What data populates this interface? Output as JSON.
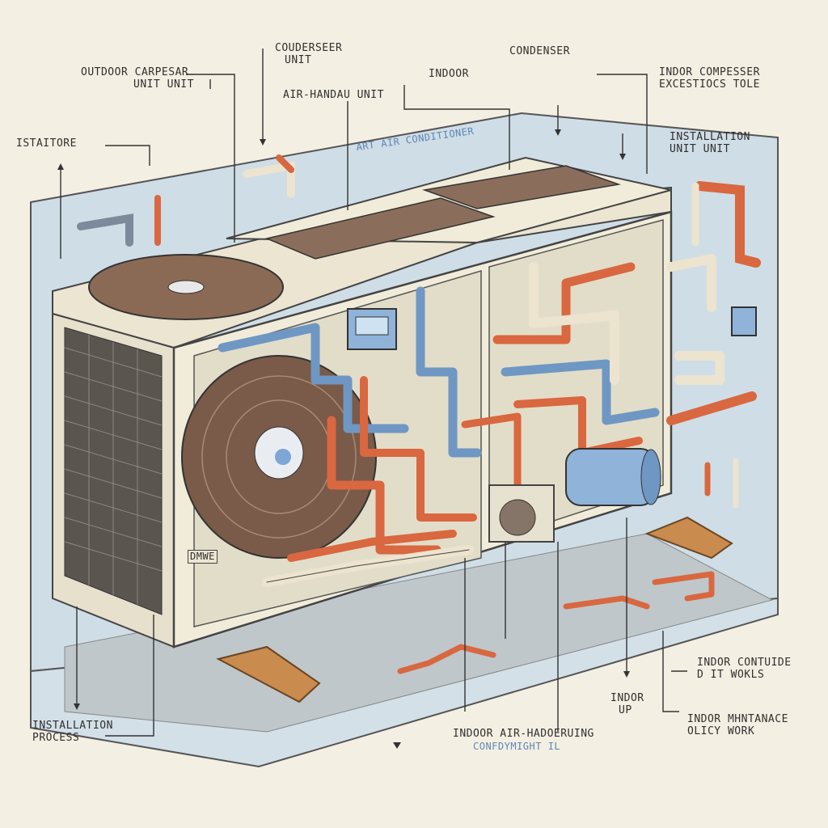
{
  "labels": {
    "outdoor_compressor_1": "OUTDOOR CARPESAR",
    "outdoor_compressor_2": "UNIT UNIT",
    "condenser_unit_1": "COUDERSEER",
    "condenser_unit_2": "UNIT",
    "air_handler": "AIR-HANDAU UNIT",
    "indoor_top": "INDOOR",
    "condenser_top": "CONDENSER",
    "indoor_compresser_1": "INDOR COMPESSER",
    "indoor_compresser_2": "EXCESTIOCS TOLE",
    "istaitore": "ISTAITORE",
    "installation_unit_1": "INSTALLATION",
    "installation_unit_2": "UNIT UNIT",
    "unit_title": "ART AIR CONDITIONER",
    "badge": "DMWE",
    "installation_process_1": "INSTALLATION",
    "installation_process_2": "PROCESS",
    "indoor_air_handling": "INDOOR AIR-HADOERUING",
    "conf_sub": "CONFDYMIGHT IL",
    "indor_up_1": "INDOR",
    "indor_up_2": "UP",
    "indor_contuide_1": "INDOR CONTUIDE",
    "indor_contuide_2": "D IT WOKLS",
    "indor_maintenance_1": "INDOR MHNTANACE",
    "indor_maintenance_2": "OLICY WORK"
  },
  "colors": {
    "background": "#f4efe3",
    "wall": "#cfdde6",
    "unit_body": "#f1ecd9",
    "copper_pipe": "#d9673f",
    "blue_pipe": "#6f97c3",
    "wood": "#c98b4e"
  }
}
